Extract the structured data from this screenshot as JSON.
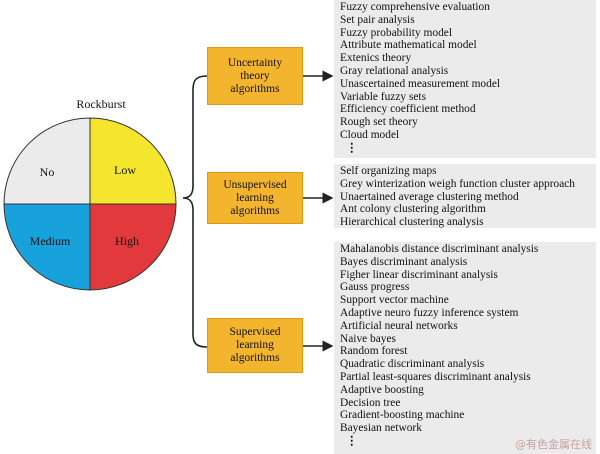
{
  "pie": {
    "title": "Rockburst",
    "quadrants": [
      {
        "label": "No",
        "color": "#ebebeb"
      },
      {
        "label": "Low",
        "color": "#f3e62c"
      },
      {
        "label": "Medium",
        "color": "#17a2dc"
      },
      {
        "label": "High",
        "color": "#e23a3c"
      }
    ]
  },
  "boxes": {
    "uncertainty": "Uncertainty\ntheory\nalgorithms",
    "unsupervised": "Unsupervised\nlearning\nalgorithms",
    "supervised": "Supervised\nlearning\nalgorithms"
  },
  "lists": {
    "uncertainty": [
      "Fuzzy comprehensive evaluation",
      "Set pair analysis",
      "Fuzzy probability model",
      "Attribute mathematical model",
      "Extenics theory",
      "Gray relational analysis",
      "Unascertained measurement model",
      "Variable fuzzy sets",
      "Efficiency coefficient method",
      "Rough set theory",
      "Cloud model",
      "⋮"
    ],
    "unsupervised": [
      "Self organizing maps",
      "Grey winterization weigh function cluster approach",
      "Unaertained average clustering method",
      "Ant colony clustering algorithm",
      "Hierarchical clustering analysis"
    ],
    "supervised": [
      "Mahalanobis distance discriminant analysis",
      "Bayes discriminant analysis",
      "Figher linear discriminant analysis",
      "Gauss progress",
      "Support vector machine",
      "Adaptive neuro fuzzy inference system",
      "Artificial neural networks",
      "Naive bayes",
      "Random forest",
      "Quadratic discriminant analysis",
      "Partial least-squares discriminant analysis",
      "Adaptive boosting",
      "Decision tree",
      "Gradient-boosting machine",
      "Bayesian network",
      "⋮"
    ]
  },
  "watermark": "@有色金属在线"
}
